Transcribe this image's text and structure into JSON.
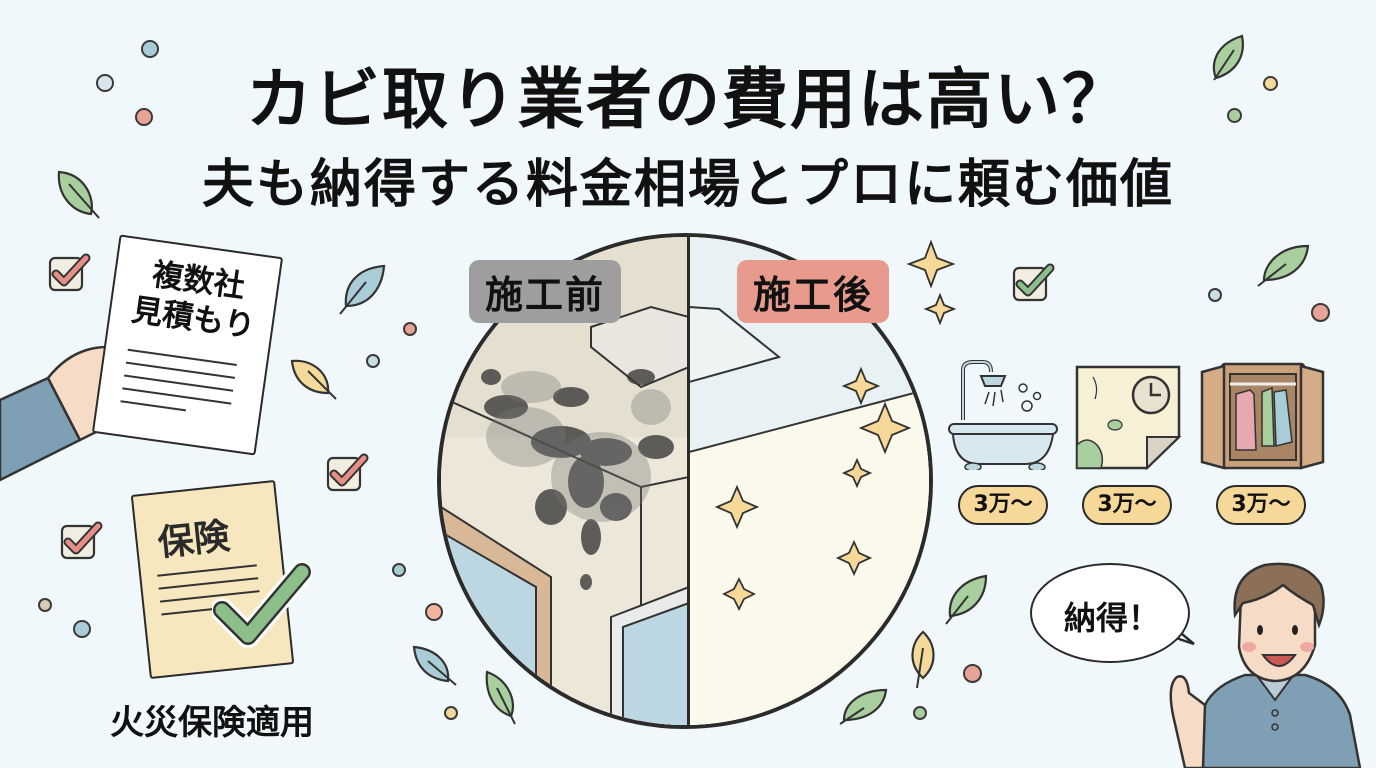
{
  "header": {
    "title": "カビ取り業者の費用は高い？",
    "subtitle": "夫も納得する料金相場とプロに頼む価値"
  },
  "left_panel": {
    "quote_document": {
      "line1": "複数社",
      "line2": "見積もり"
    },
    "insurance_document": {
      "label": "保険"
    },
    "insurance_caption": "火災保険適用"
  },
  "comparison": {
    "before_label": "施工前",
    "after_label": "施工後"
  },
  "prices": [
    {
      "item": "bathtub",
      "label": "3万〜"
    },
    {
      "item": "wallpaper",
      "label": "3万〜"
    },
    {
      "item": "closet",
      "label": "3万〜"
    }
  ],
  "speech_bubble": {
    "text": "納得！"
  },
  "colors": {
    "background": "#f1f8fb",
    "badge_before": "#9e9e9e",
    "badge_after": "#e89b8c",
    "price_pill": "#f6d898",
    "check_red": "#e58f86",
    "check_green": "#8cbf8a",
    "leaf_green": "#a8cf9d",
    "leaf_blue": "#a9cdd6",
    "leaf_yellow": "#f3d99a"
  }
}
